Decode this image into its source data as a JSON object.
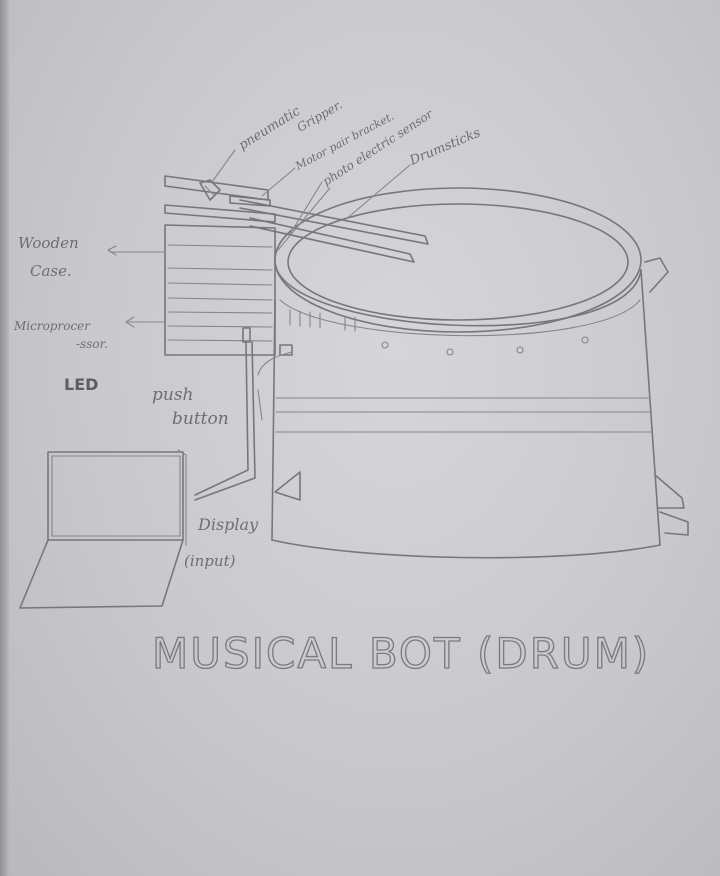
{
  "labels": {
    "pneumatic": "pneumatic",
    "gripper": "Gripper.",
    "motor_bracket": "Motor pair bracket.",
    "photo_sensor": "photo electric sensor",
    "drumsticks": "Drumsticks",
    "wooden_case_1": "Wooden",
    "wooden_case_2": "Case.",
    "micro_1": "Microprocer",
    "micro_2": "-ssor.",
    "led": "LED",
    "push_1": "push",
    "push_2": "button",
    "display_1": "Display",
    "display_2": "(input)"
  },
  "title": "MUSICAL BOT (DRUM)",
  "colors": {
    "paper": "#cfced3",
    "pencil": "#77767c"
  }
}
